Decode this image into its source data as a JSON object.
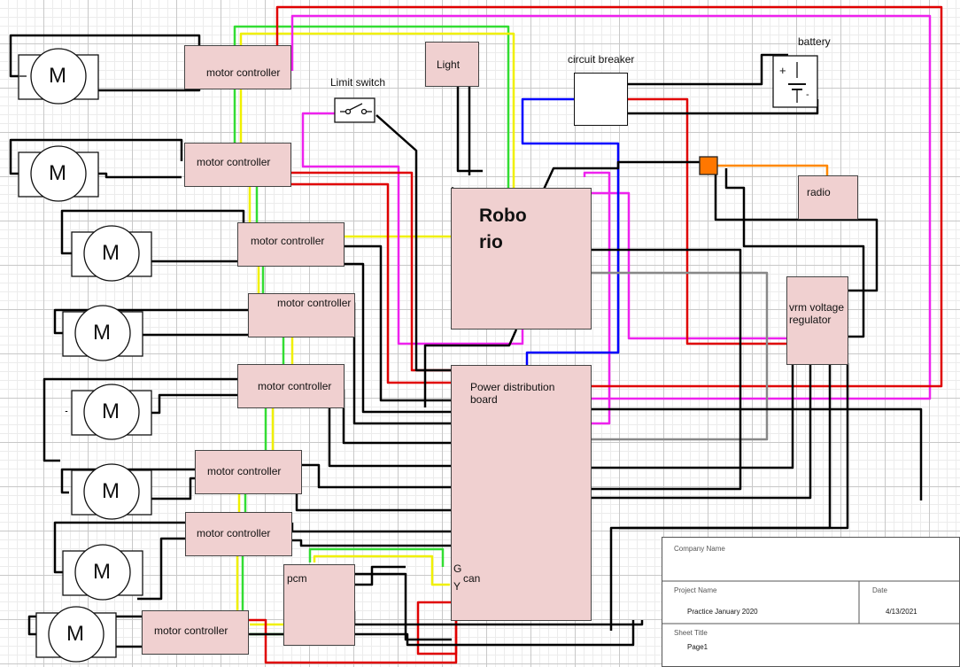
{
  "motor_controller_label": "motor controller",
  "motor_symbol": "M",
  "labels": {
    "roborio_line1": "Robo",
    "roborio_line2": "rio",
    "pdb_line1": "Power distribution",
    "pdb_line2": "board",
    "light": "Light",
    "limit_switch": "Limit switch",
    "circuit_breaker": "circuit breaker",
    "battery": "battery",
    "radio": "radio",
    "vrm_line1": "vrm voltage",
    "vrm_line2": "regulator",
    "pcm": "pcm",
    "can": "can",
    "can_g": "G",
    "can_y": "Y"
  },
  "title_block": {
    "company_label": "Company Name",
    "company_value": "",
    "project_label": "Project Name",
    "project_value": "Practice January 2020",
    "date_label": "Date",
    "date_value": "4/13/2021",
    "sheet_label": "Sheet Title",
    "sheet_value": "Page1"
  },
  "colors": {
    "component_fill": "#f0d0d0",
    "wire_black": "#000000",
    "wire_red": "#e00000",
    "wire_green": "#33dd33",
    "wire_yellow": "#f0f000",
    "wire_magenta": "#ee22ee",
    "wire_blue": "#0000ff",
    "wire_gray": "#888888",
    "wire_orange": "#ff8800",
    "splice": "#ff7700"
  }
}
